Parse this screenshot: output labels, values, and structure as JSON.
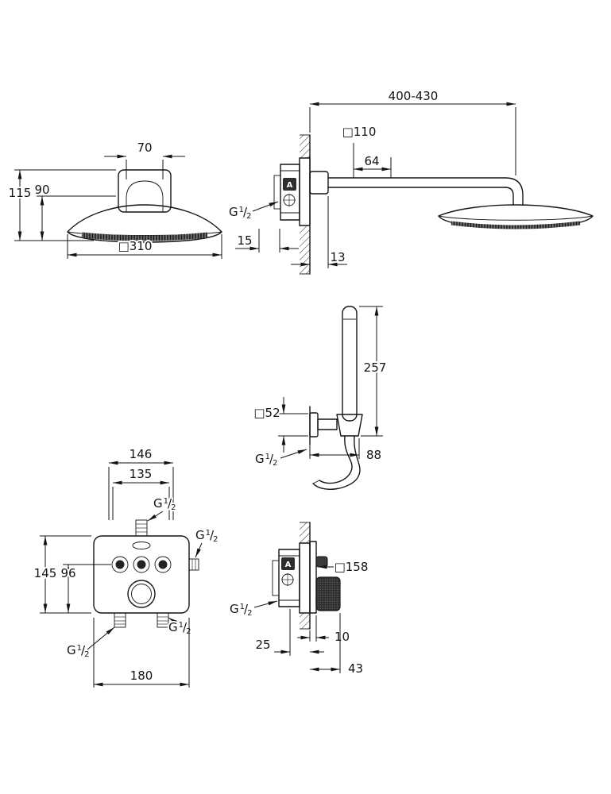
{
  "canvas": {
    "background": "#ffffff",
    "ink": "#141414"
  },
  "thread": {
    "g": "G",
    "sup": "1",
    "slash": "/",
    "sub": "2"
  },
  "overhead_front": {
    "dim_arch_width": "70",
    "dim_height_total": "115",
    "dim_height_head": "90",
    "dim_head_width": "□310"
  },
  "overhead_side": {
    "dim_arm_length": "400-430",
    "dim_escutcheon": "□110",
    "dim_arm_inset": "64",
    "thread_inlet": "G 1/2",
    "dim_adjust": "15",
    "dim_escutcheon_depth": "13",
    "valve_mark": "A"
  },
  "hand_shower": {
    "dim_length": "257",
    "dim_holder_plate": "□52",
    "thread_outlet": "G 1/2",
    "dim_projection": "88"
  },
  "thermostat_front": {
    "dim_span_outer": "146",
    "dim_span_inner": "135",
    "thread_top": "G 1/2",
    "thread_side": "G 1/2",
    "dim_height_total": "145",
    "dim_height_lower": "96",
    "thread_bottom_right": "G 1/2",
    "thread_bottom_left": "G 1/2",
    "dim_width_bottom": "180"
  },
  "thermostat_side": {
    "dim_escutcheon": "□158",
    "thread_inlet": "G 1/2",
    "dim_plate_depth": "10",
    "dim_rough_in": "25",
    "dim_projection": "43",
    "valve_mark": "A"
  }
}
